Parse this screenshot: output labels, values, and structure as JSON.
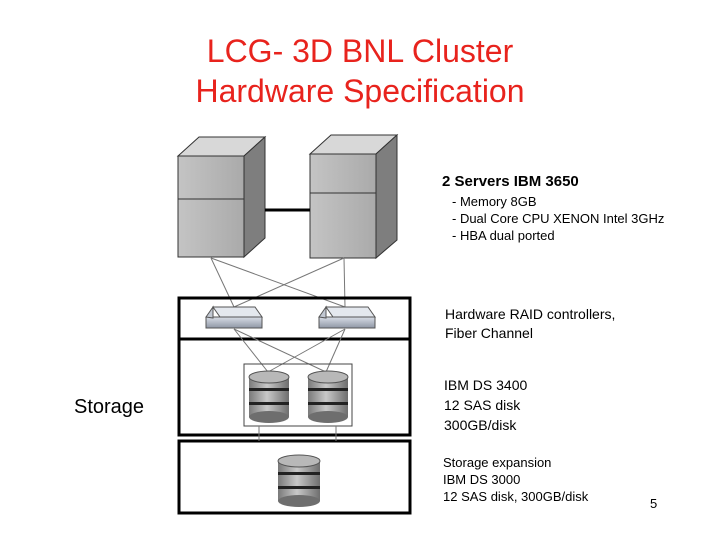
{
  "slide": {
    "title_line1": "LCG- 3D BNL Cluster",
    "title_line2": "Hardware Specification",
    "servers": {
      "heading": "2 Servers IBM 3650",
      "specs": [
        "- Memory 8GB",
        "- Dual Core CPU XENON Intel 3GHz",
        "- HBA dual ported"
      ]
    },
    "raid": {
      "line1": "Hardware  RAID controllers,",
      "line2": "Fiber Channel"
    },
    "ds3400": {
      "line1": "IBM DS 3400",
      "line2": "12 SAS disk",
      "line3": "300GB/disk"
    },
    "expansion": {
      "line1": "Storage expansion",
      "line2": "IBM DS 3000",
      "line3": "12 SAS disk, 300GB/disk"
    },
    "storage_label": "Storage",
    "page_number": "5"
  },
  "colors": {
    "title": "#e8231d",
    "server_front": "#b8b8b8",
    "server_side": "#8c8c8c",
    "disk": "#9a9a9a"
  }
}
